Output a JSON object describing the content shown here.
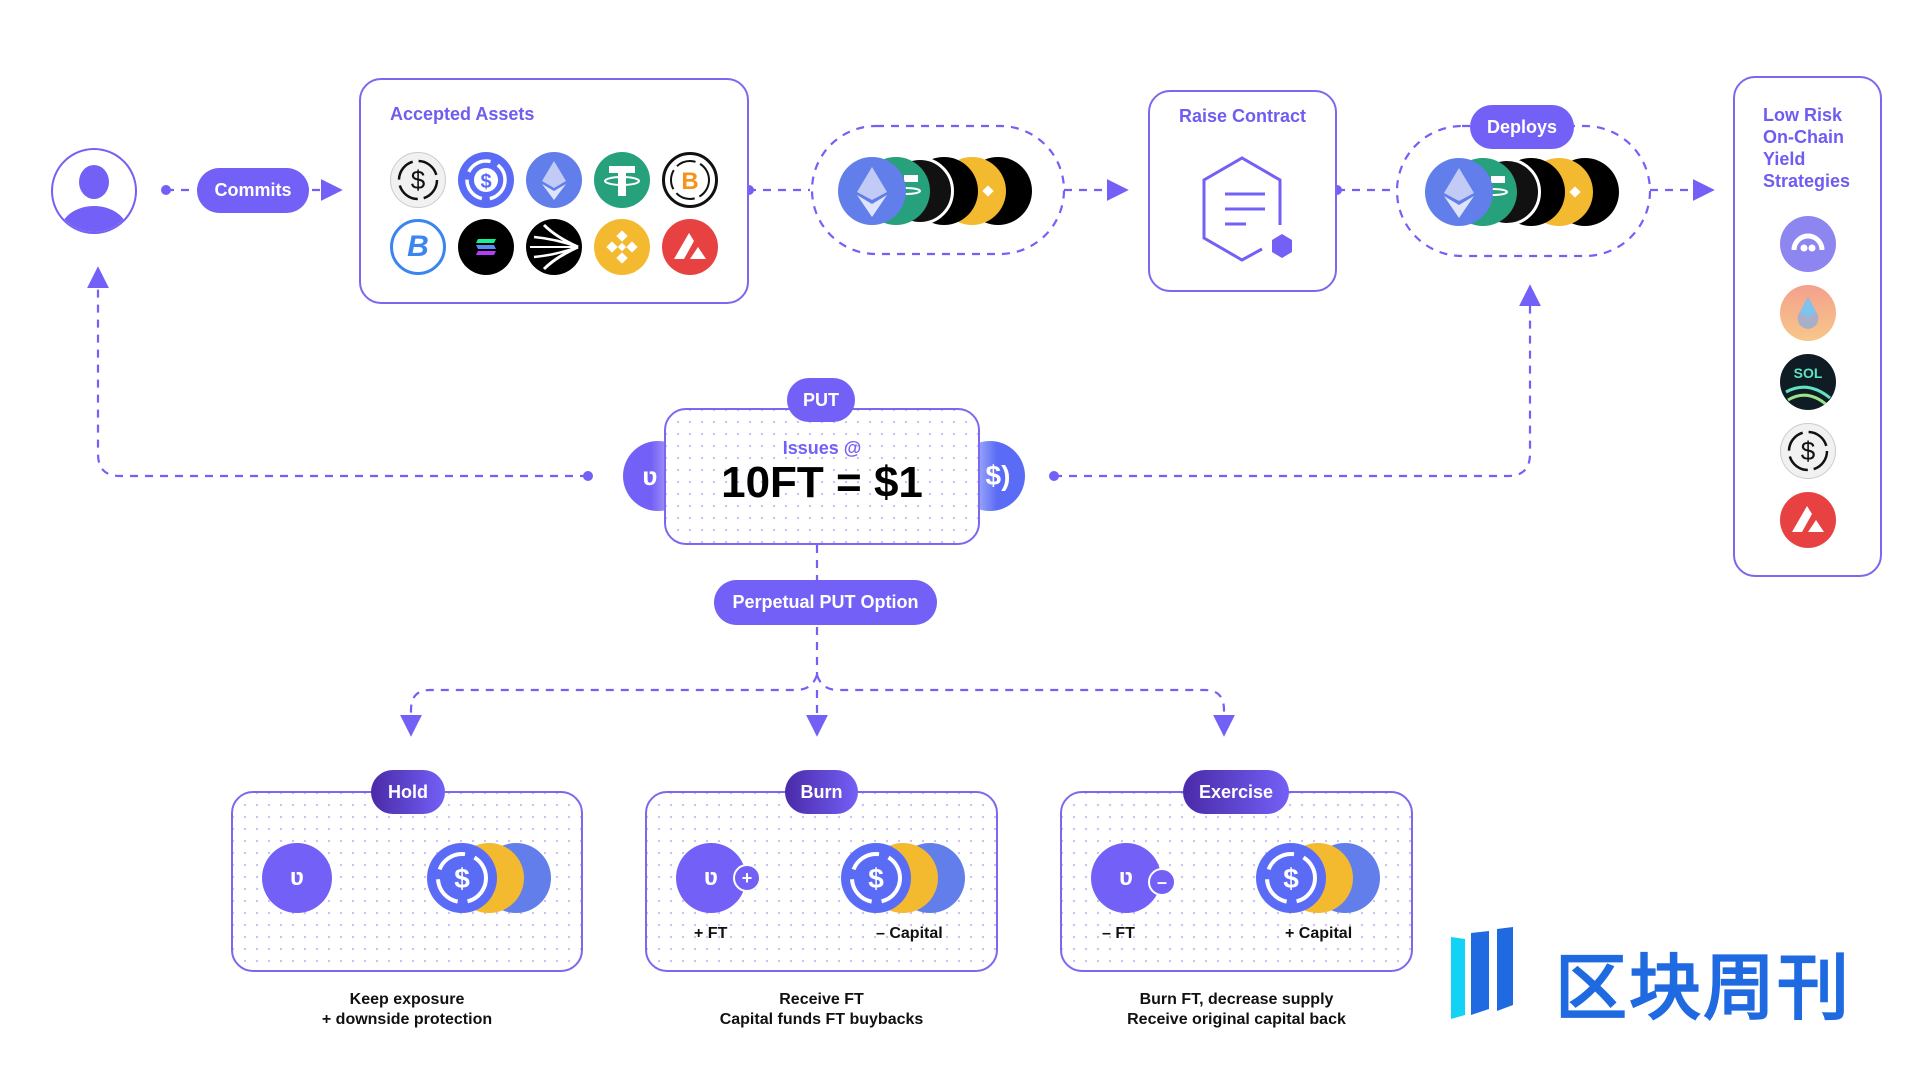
{
  "diagram": {
    "user": {
      "icon": "user-avatar-icon"
    },
    "commits_label": "Commits",
    "accepted_assets": {
      "title": "Accepted Assets",
      "assets": [
        "USDS",
        "USDC",
        "ETH",
        "USDT",
        "WBTC",
        "cbBTC",
        "SOL",
        "Ethena",
        "BNB",
        "AVAX"
      ]
    },
    "raise_contract": {
      "title": "Raise Contract",
      "icon": "contract-document-icon"
    },
    "deploys_label": "Deploys",
    "strategies": {
      "title_lines": [
        "Low Risk",
        "On-Chain",
        "Yield",
        "Strategies"
      ],
      "items": [
        "Morpho",
        "Lido",
        "Sol Staking",
        "USDS",
        "AVAX"
      ]
    },
    "put": {
      "badge": "PUT",
      "issues_label": "Issues @",
      "rate": "10FT = $1",
      "option_label": "Perpetual PUT Option"
    },
    "outcomes": [
      {
        "badge": "Hold",
        "left_label": "",
        "right_label": "",
        "caption_line1": "Keep exposure",
        "caption_line2": "+ downside protection",
        "modifier": ""
      },
      {
        "badge": "Burn",
        "left_label": "+ FT",
        "right_label": "– Capital",
        "caption_line1": "Receive FT",
        "caption_line2": "Capital funds FT buybacks",
        "modifier": "+"
      },
      {
        "badge": "Exercise",
        "left_label": "– FT",
        "right_label": "+ Capital",
        "caption_line1": "Burn FT, decrease supply",
        "caption_line2": "Receive original capital back",
        "modifier": "–"
      }
    ]
  },
  "watermark": {
    "text": "区块周刊"
  },
  "colors": {
    "accent": "#7360f6",
    "border": "#7b68ee",
    "eth": "#627eea",
    "usdt": "#26a17b",
    "usdc": "#2775ca",
    "bnb": "#f3ba2f",
    "avax": "#e84142",
    "btc_orange": "#f7931a",
    "watermark_blue": "#1f6ae0",
    "watermark_cyan": "#12d3f5"
  }
}
